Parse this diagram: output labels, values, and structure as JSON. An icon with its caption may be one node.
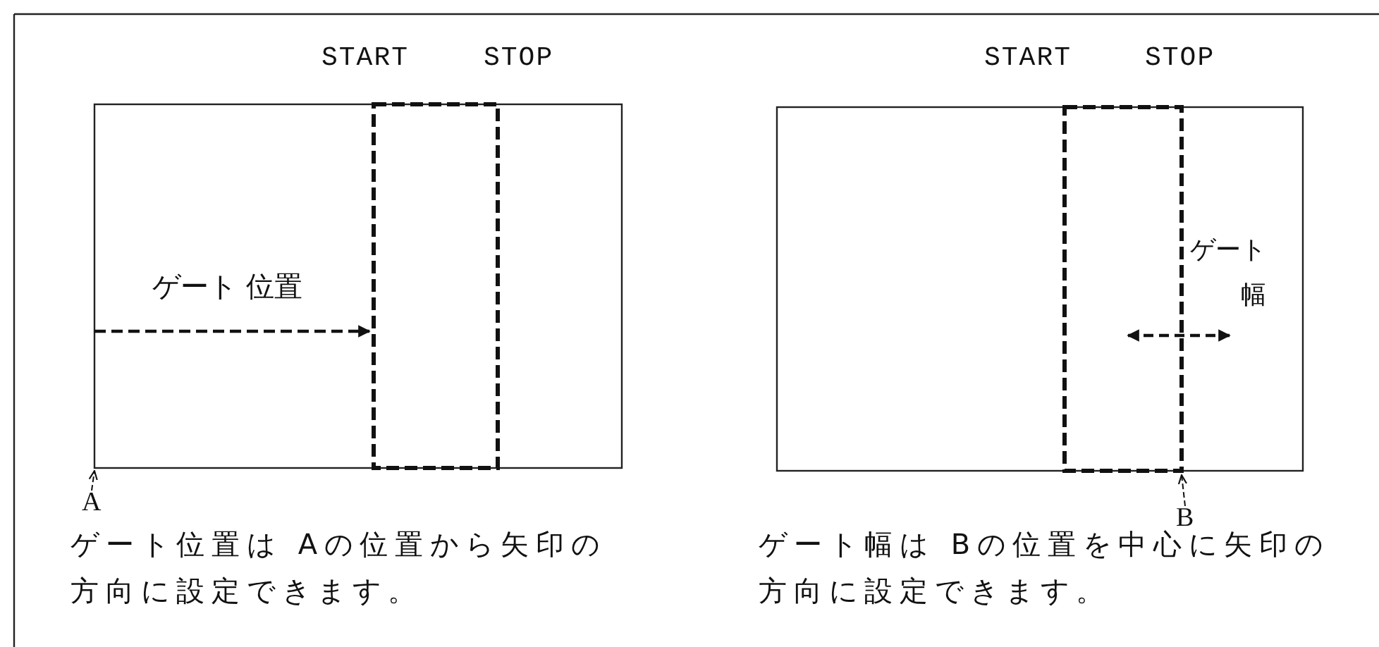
{
  "diagram": {
    "nodes": [
      {
        "text": [],
        "shape": "box"
      },
      {
        "text": [],
        "shape": "box"
      },
      {
        "text": [
          "A"
        ]
      },
      {
        "text": [
          "B"
        ]
      }
    ],
    "edges": [
      {
        "from": 2,
        "to": null,
        "arrow": "to"
      },
      {
        "from": 3,
        "to": 1,
        "arrow": "to"
      }
    ],
    "labels": [
      "START",
      "STOP",
      "START",
      "STOP",
      "ゲート 位置",
      "ゲート幅",
      "ゲート位置は Aの位置から矢印の方向に設定できます。",
      "ゲート幅は Bの位置を中心に矢印の方向に設定できます。"
    ]
  }
}
